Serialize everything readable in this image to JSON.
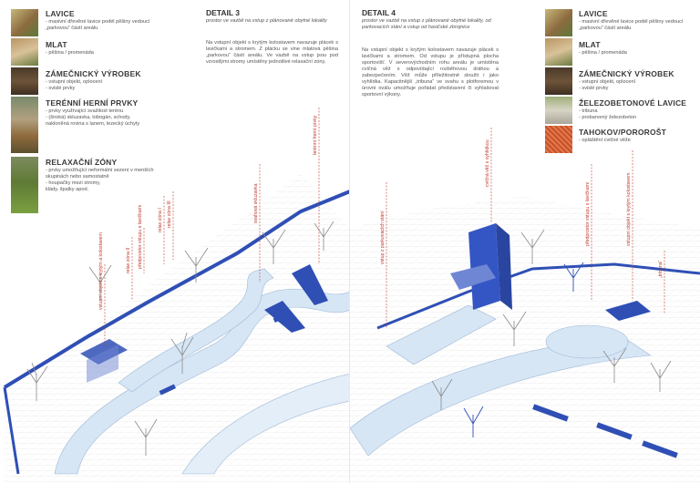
{
  "left_page": {
    "legend": [
      {
        "title": "LAVICE",
        "desc": "- masivní dřevěné lavice podél pěšiny vedoucí\n„parkovou“ částí areálu"
      },
      {
        "title": "MLAT",
        "desc": "- pěšina / promenáda"
      },
      {
        "title": "ZÁMEČNICKÝ VÝROBEK",
        "desc": "- vstupní objekt, oplocení\n- svislé prvky"
      },
      {
        "title": "TERÉNNÍ HERNÍ PRVKY",
        "desc": "- prvky využívající svažitost terénu\n- (široká) skluzavka, tobogán, schody,\nnakloněná rovina s lanem, lezecký úchyty"
      },
      {
        "title": "RELAXAČNÍ ZÓNY",
        "desc": "- prvky umožňující neformální sezení v menších\nskupinách nebo samostatně\n- houpačky mezi stromy,\nklády, špalky apod."
      }
    ],
    "detail": {
      "title": "DETAIL 3",
      "subtitle": "prostor ve vazbě na vstup z plánované obytné\nlokality",
      "body": "Na vstupní objekt s krytým kolostavem navazuje plácek s lavičkami a stromem. Z plácku se vine mlatová pěšina „parkovou“ částí areálu. Ve vazbě na vstup jsou pod vzrostlými stromy umístěny jednotlivé relaxační zóny."
    },
    "annotations": [
      "vstupní objekt s krytým\na kolostavem",
      "relax zóna II",
      "předprostor vstupu\ns lavičkami",
      "relax zóna I",
      "relax zóna III",
      "svahová skluzavka",
      "terénní herní prvky"
    ]
  },
  "right_page": {
    "legend": [
      {
        "title": "LAVICE",
        "desc": "- masivní dřevěné lavice podél pěšiny vedoucí\n„parkovou“ částí areálu"
      },
      {
        "title": "MLAT",
        "desc": "- pěšina / promenáda"
      },
      {
        "title": "ZÁMEČNICKÝ VÝROBEK",
        "desc": "- vstupní objekt, oplocení\n- svislé prvky"
      },
      {
        "title": "ŽELEZOBETONOVÉ LAVICE",
        "desc": "- tribuna\n- probarvený železobeton"
      },
      {
        "title": "TAHOKOV/POROROŠT",
        "desc": "- opláštění cvičné věže"
      }
    ],
    "detail": {
      "title": "DETAIL 4",
      "subtitle": "prostor ve vazbě na vstup z plánované obytné\nlokality, od parkovacích stání a vstup od hasičské\nzbrojnice",
      "body": "Na vstupní objekt s krytým kolostavem navazuje plácek s lavičkami a stromem. Od vstupu je přístupná plocha sportovišť. V severovýchodním rohu areálu je umístěna cvičná věž s odpovídající rozběhovou dráhou a zabezpečením. Věž může příležitostně sloužit i jako vyhlídka. Kapacitnější „tribuna“ ve svahu s plotforemou v úrovni oválu umožňuje pořádat představení či vyhlašovat sportovní výkony."
    },
    "annotations": [
      "vstup z parkovacích stání",
      "cvičná věž s vyhlídkou",
      "předprostor vstupu s lavičkami",
      "vstupní objekt s krytým kolostavem",
      "„tribuna“"
    ]
  },
  "colors": {
    "accent": "#2f4fb5",
    "path_fill": "#d6e6f5",
    "label_red": "#c0392b",
    "grid": "#cfcfcf"
  }
}
